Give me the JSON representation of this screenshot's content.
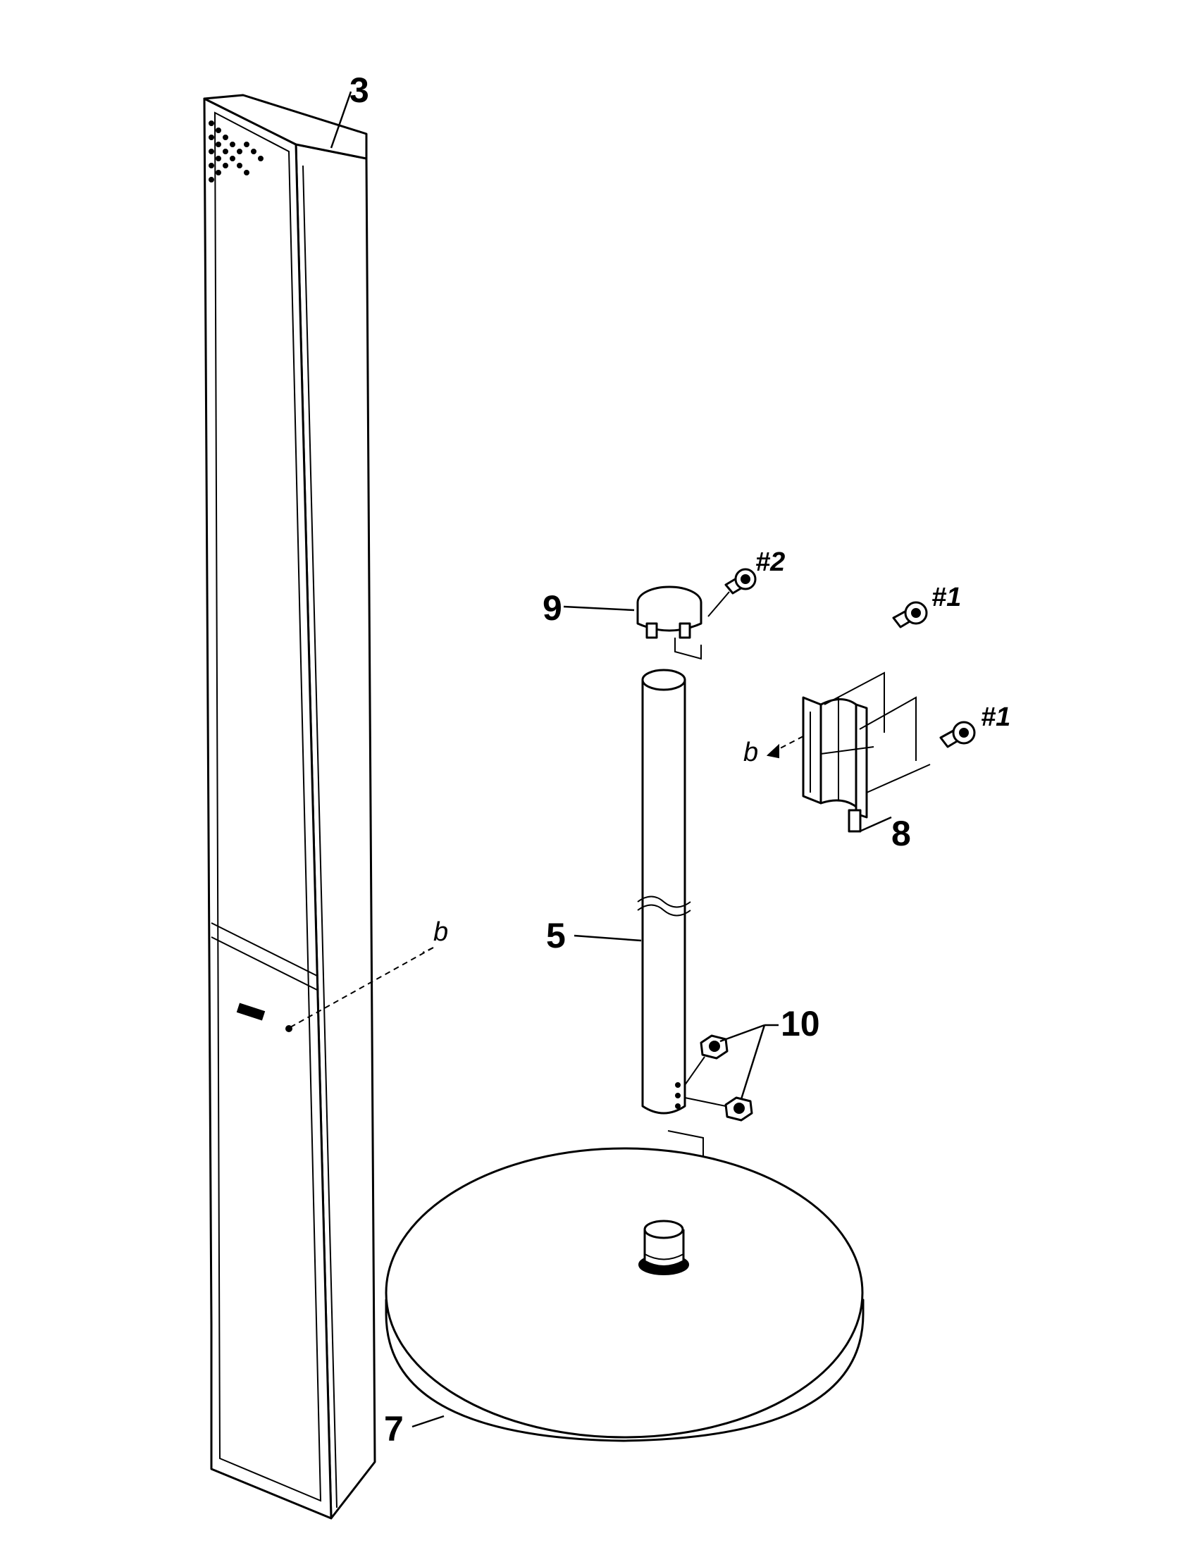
{
  "callouts": {
    "speaker": "3",
    "cap": "9",
    "pole": "5",
    "bracket": "8",
    "base": "7",
    "nuts": "10",
    "screw_cap": "#2",
    "screw_bracket_top": "#1",
    "screw_bracket_bottom": "#1",
    "ref_speaker": "b",
    "ref_bracket": "b"
  },
  "colors": {
    "line": "#000000",
    "background": "#ffffff"
  }
}
